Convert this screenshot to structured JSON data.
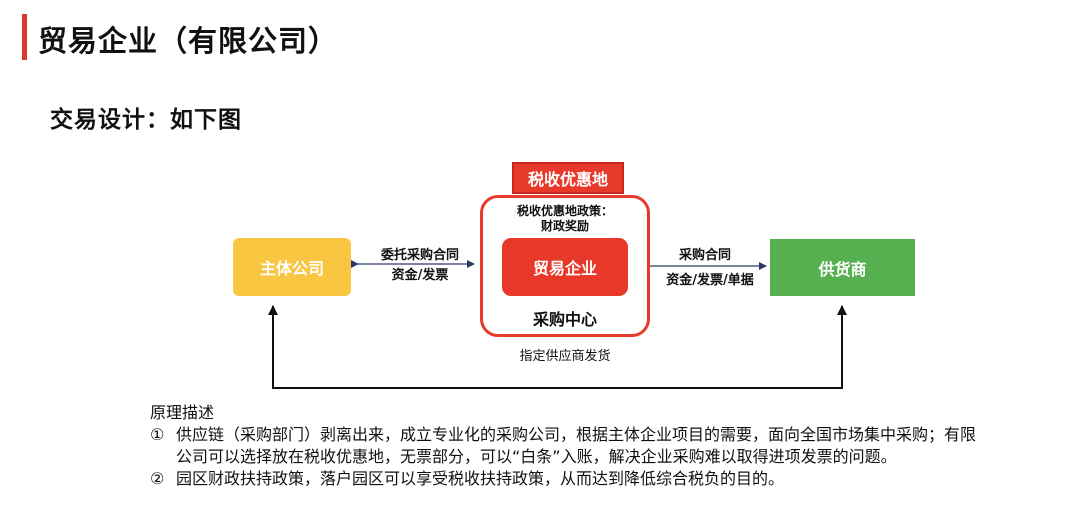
{
  "header": {
    "title": "贸易企业（有限公司）"
  },
  "section": {
    "title": "交易设计：如下图"
  },
  "diagram": {
    "zone_label": "税收优惠地",
    "zone_policy": [
      "税收优惠地政策：",
      "财政奖励"
    ],
    "trade_enterprise": "贸易企业",
    "purchase_center": "采购中心",
    "main_company": "主体公司",
    "supplier": "供货商",
    "left_edge": [
      "委托采购合同",
      "资金/发票"
    ],
    "right_edge": [
      "采购合同",
      "资金/发票/单据"
    ],
    "bottom_edge": "指定供应商发货",
    "colors": {
      "red": "#e8382a",
      "yellow": "#f9c642",
      "green": "#56b04f",
      "accent_bar": "#d93a2b"
    }
  },
  "principle": {
    "heading": "原理描述",
    "items": [
      {
        "num": "①",
        "text": "供应链（采购部门）剥离出来，成立专业化的采购公司，根据主体企业项目的需要，面向全国市场集中采购；有限公司可以选择放在税收优惠地，无票部分，可以“白条”入账，解决企业采购难以取得进项发票的问题。"
      },
      {
        "num": "②",
        "text": "园区财政扶持政策，落户园区可以享受税收扶持政策，从而达到降低综合税负的目的。"
      }
    ]
  }
}
